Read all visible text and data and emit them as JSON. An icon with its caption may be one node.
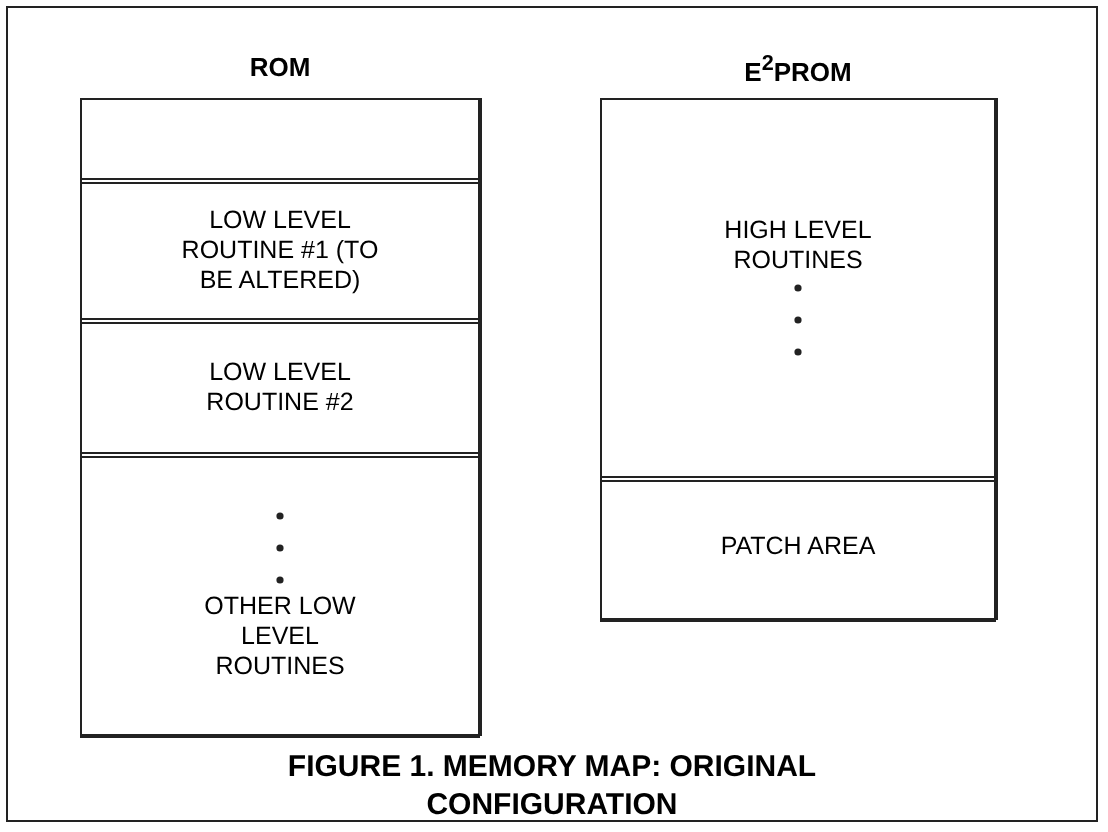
{
  "diagram": {
    "caption": "FIGURE 1. MEMORY MAP: ORIGINAL CONFIGURATION",
    "nodes": [
      {
        "text": [
          "ROM"
        ]
      },
      {
        "text": [],
        "shape": "box",
        "in": 0
      },
      {
        "text": [
          "LOW LEVEL ROUTINE #1 (TO BE ALTERED)"
        ],
        "in": 0
      },
      {
        "text": [
          "LOW LEVEL ROUTINE #2"
        ],
        "in": 0
      },
      {
        "text": [
          "OTHER LOW LEVEL ROUTINES"
        ],
        "in": 0
      },
      {
        "text": [
          "E$^{2}$PROM"
        ]
      },
      {
        "text": [
          "HIGH LEVEL ROUTINES"
        ],
        "in": 5
      },
      {
        "text": [
          "PATCH AREA"
        ],
        "in": 5
      }
    ]
  }
}
